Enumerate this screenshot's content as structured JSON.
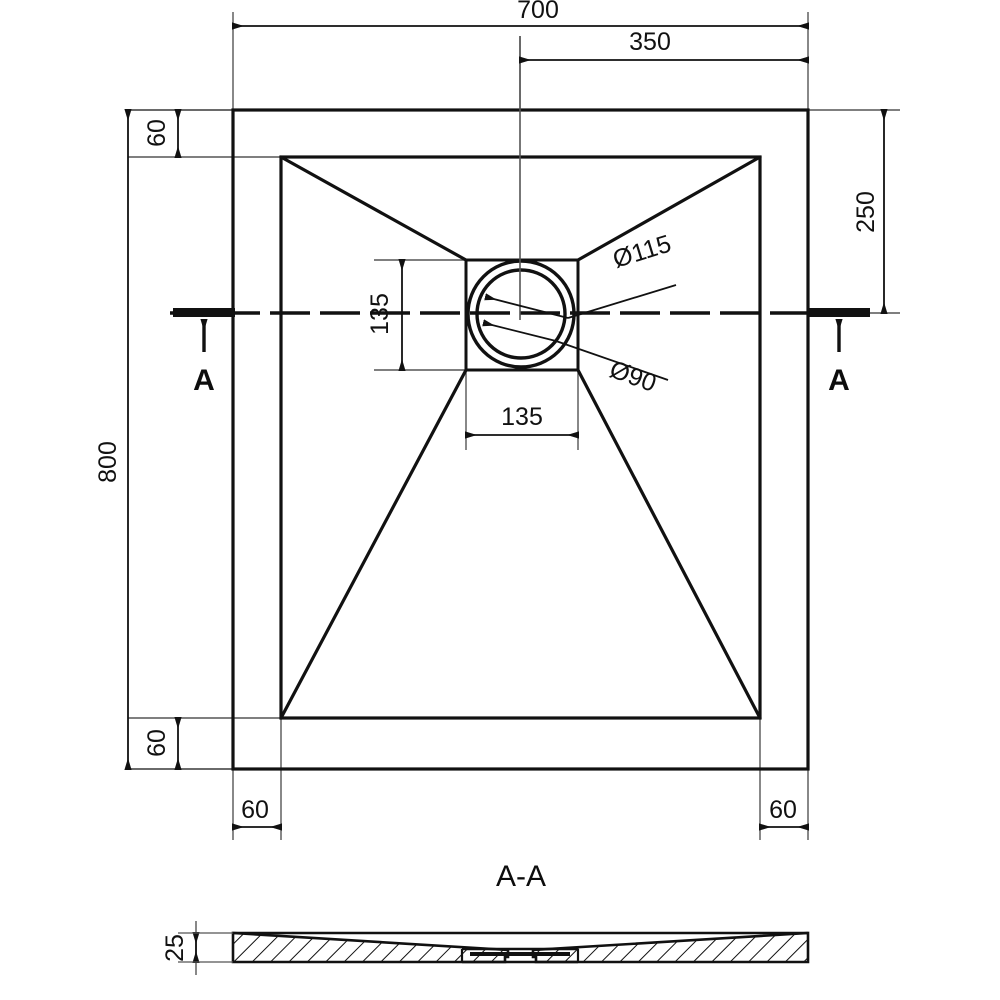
{
  "drawing": {
    "type": "technical-drawing",
    "subject": "rectangular shower tray plan and section",
    "units": "mm",
    "plan": {
      "dimensions": {
        "overall_width": "700",
        "overall_depth": "800",
        "center_from_right": "350",
        "center_from_top": "250",
        "border_top": "60",
        "border_bottom": "60",
        "border_left": "60",
        "border_right": "60",
        "drain_box_width": "135",
        "drain_box_height": "135"
      },
      "drain": {
        "outer_diameter": "Ø115",
        "inner_diameter": "Ø90"
      },
      "section_marker": {
        "left_label": "A",
        "right_label": "A"
      }
    },
    "section": {
      "title": "A-A",
      "thickness": "25"
    }
  },
  "colors": {
    "line": "#111111",
    "thin_line": "#4a4a4a",
    "background": "#ffffff",
    "text": "#111111"
  }
}
